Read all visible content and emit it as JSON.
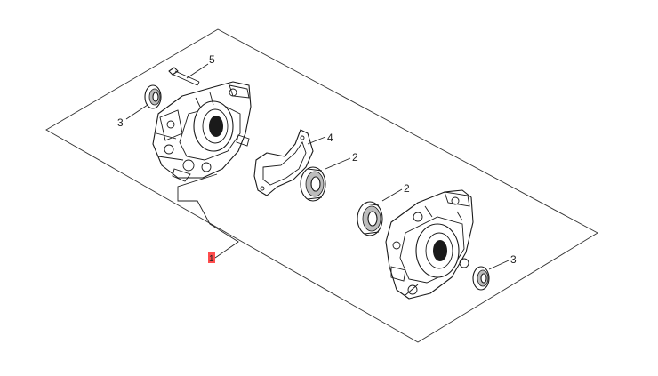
{
  "diagram": {
    "callouts": [
      {
        "id": "callout-1-crankcase-assembly",
        "label": "1",
        "highlighted": true
      },
      {
        "id": "callout-2-bearing-upper",
        "label": "2"
      },
      {
        "id": "callout-2-bearing-lower",
        "label": "2"
      },
      {
        "id": "callout-3-oil-seal-left",
        "label": "3"
      },
      {
        "id": "callout-3-oil-seal-right",
        "label": "3"
      },
      {
        "id": "callout-4-gasket",
        "label": "4"
      },
      {
        "id": "callout-5-bolt",
        "label": "5"
      }
    ],
    "colors": {
      "highlight": "#ff4d4d",
      "line": "#222222"
    }
  }
}
